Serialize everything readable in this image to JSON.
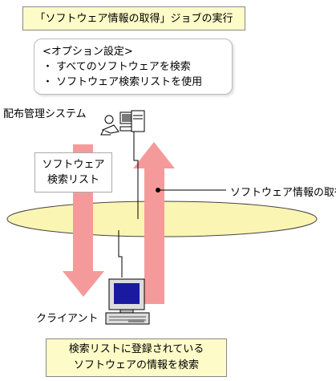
{
  "title": "「ソフトウェア情報の取得」ジョブの実行",
  "options": {
    "heading": "<オプション設定>",
    "items": [
      "・ すべてのソフトウェアを検索",
      "・ ソフトウェア検索リストを使用"
    ]
  },
  "manager_label": "配布管理システム",
  "search_list": [
    "ソフトウェア",
    "検索リスト"
  ],
  "network_label": "ソフトウェア情報の取得",
  "client_label": "クライアント",
  "result": [
    "検索リストに登録されている",
    "ソフトウェアの情報を検索"
  ],
  "colors": {
    "arrow": "#f59a9a",
    "network": "#fbf5b3",
    "box": "#fdfbc8"
  }
}
